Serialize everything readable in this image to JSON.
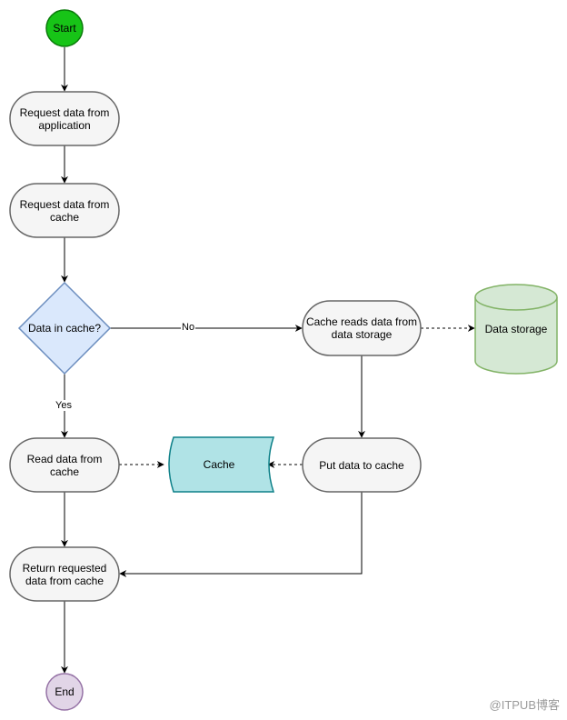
{
  "nodes": {
    "start": "Start",
    "request_app": "Request data from\napplication",
    "request_cache": "Request data from\ncache",
    "decision": "Data in cache?",
    "cache_reads": "Cache reads data from\ndata storage",
    "data_storage": "Data storage",
    "read_cache": "Read data from\ncache",
    "cache": "Cache",
    "put_cache": "Put data to cache",
    "return_data": "Return requested\ndata from cache",
    "end": "End"
  },
  "edges": {
    "no": "No",
    "yes": "Yes"
  },
  "watermark": "@ITPUB博客",
  "colors": {
    "start_fill": "#17c417",
    "start_stroke": "#0a7a0a",
    "process_fill": "#f5f5f5",
    "process_stroke": "#666666",
    "decision_fill": "#dae8fc",
    "decision_stroke": "#6c8ebf",
    "storage_fill": "#d5e8d4",
    "storage_stroke": "#82b366",
    "cache_fill": "#b0e3e6",
    "cache_stroke": "#0e8088",
    "end_fill": "#e1d5e7",
    "end_stroke": "#9673a6"
  }
}
